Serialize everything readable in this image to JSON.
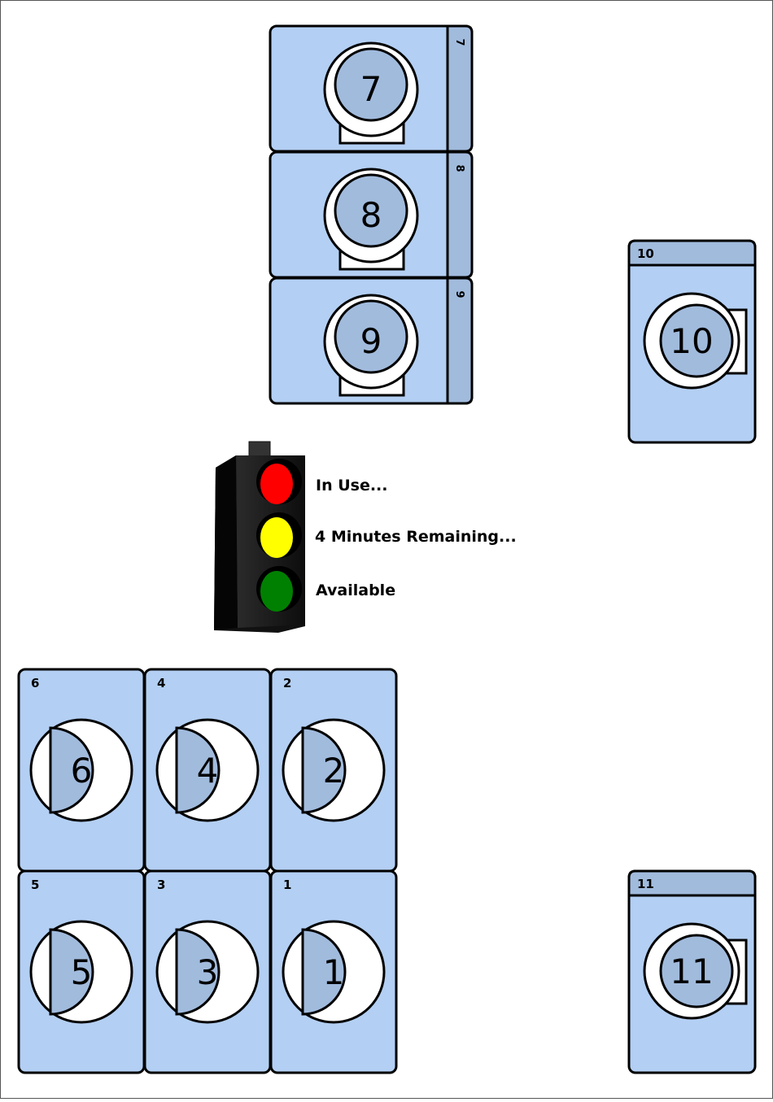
{
  "colors": {
    "machine_fill": "#b3cff3",
    "machine_panel": "#a1bbdd",
    "outline": "#000000",
    "door_ring": "#ffffff",
    "light_red": "#ff0000",
    "light_yellow": "#ffff00",
    "light_green": "#008000",
    "traffic_body": "#1a1a1a"
  },
  "legend": {
    "in_use": "In Use...",
    "minutes_remaining": "4 Minutes Remaining...",
    "available": "Available"
  },
  "machines": {
    "m1": {
      "tag": "1",
      "label": "1"
    },
    "m2": {
      "tag": "2",
      "label": "2"
    },
    "m3": {
      "tag": "3",
      "label": "3"
    },
    "m4": {
      "tag": "4",
      "label": "4"
    },
    "m5": {
      "tag": "5",
      "label": "5"
    },
    "m6": {
      "tag": "6",
      "label": "6"
    },
    "m7": {
      "tag": "7",
      "label": "7"
    },
    "m8": {
      "tag": "8",
      "label": "8"
    },
    "m9": {
      "tag": "9",
      "label": "9"
    },
    "m10": {
      "tag": "10",
      "label": "10"
    },
    "m11": {
      "tag": "11",
      "label": "11"
    }
  }
}
